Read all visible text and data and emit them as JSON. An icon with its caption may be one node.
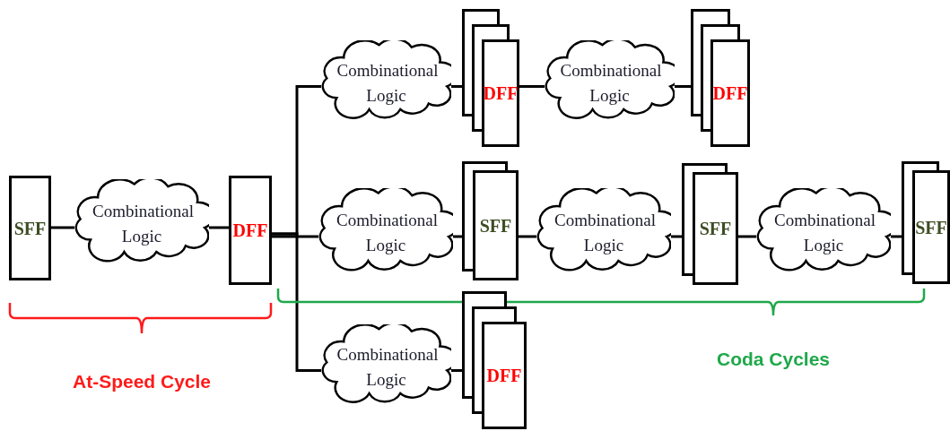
{
  "diagram": {
    "nodes": [
      {
        "text": [
          "SFF"
        ]
      },
      {
        "text": [
          "Combinational Logic"
        ]
      },
      {
        "text": [
          "DFF"
        ]
      },
      {
        "text": [
          "Combinational Logic"
        ]
      },
      {
        "text": [
          "DFF"
        ]
      },
      {
        "text": [
          "Combinational Logic"
        ]
      },
      {
        "text": [
          "DFF"
        ]
      },
      {
        "text": [
          "Combinational Logic"
        ]
      },
      {
        "text": [
          "SFF"
        ]
      },
      {
        "text": [
          "Combinational Logic"
        ]
      },
      {
        "text": [
          "SFF"
        ]
      },
      {
        "text": [
          "Combinational Logic"
        ]
      },
      {
        "text": [
          "SFF"
        ]
      },
      {
        "text": [
          "Combinational Logic"
        ]
      },
      {
        "text": [
          "DFF"
        ]
      }
    ],
    "edges": [
      {
        "from": 0,
        "to": 1,
        "arrow": "none"
      },
      {
        "from": 1,
        "to": 2,
        "arrow": "none"
      },
      {
        "from": 2,
        "to": 3,
        "arrow": "none"
      },
      {
        "from": 2,
        "to": 7,
        "arrow": "none"
      },
      {
        "from": 2,
        "to": 13,
        "arrow": "none"
      },
      {
        "from": 3,
        "to": 4,
        "arrow": "none"
      },
      {
        "from": 4,
        "to": 5,
        "arrow": "none"
      },
      {
        "from": 5,
        "to": 6,
        "arrow": "none"
      },
      {
        "from": 7,
        "to": 8,
        "arrow": "none"
      },
      {
        "from": 8,
        "to": 9,
        "arrow": "none"
      },
      {
        "from": 9,
        "to": 10,
        "arrow": "none"
      },
      {
        "from": 10,
        "to": 11,
        "arrow": "none"
      },
      {
        "from": 11,
        "to": 12,
        "arrow": "none"
      },
      {
        "from": 13,
        "to": 14,
        "arrow": "none"
      }
    ],
    "labels": [
      "At-Speed Cycle",
      "Coda Cycles"
    ]
  }
}
